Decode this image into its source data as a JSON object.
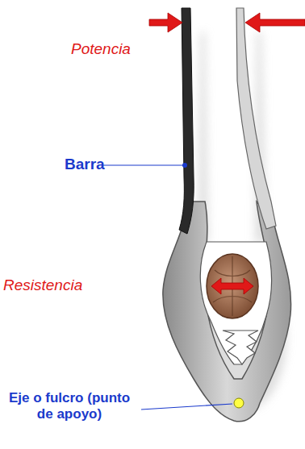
{
  "diagram": {
    "labels": [
      "Potencia",
      "Barra",
      "Resistencia",
      "Eje o fulcro (punto de apoyo)"
    ]
  }
}
